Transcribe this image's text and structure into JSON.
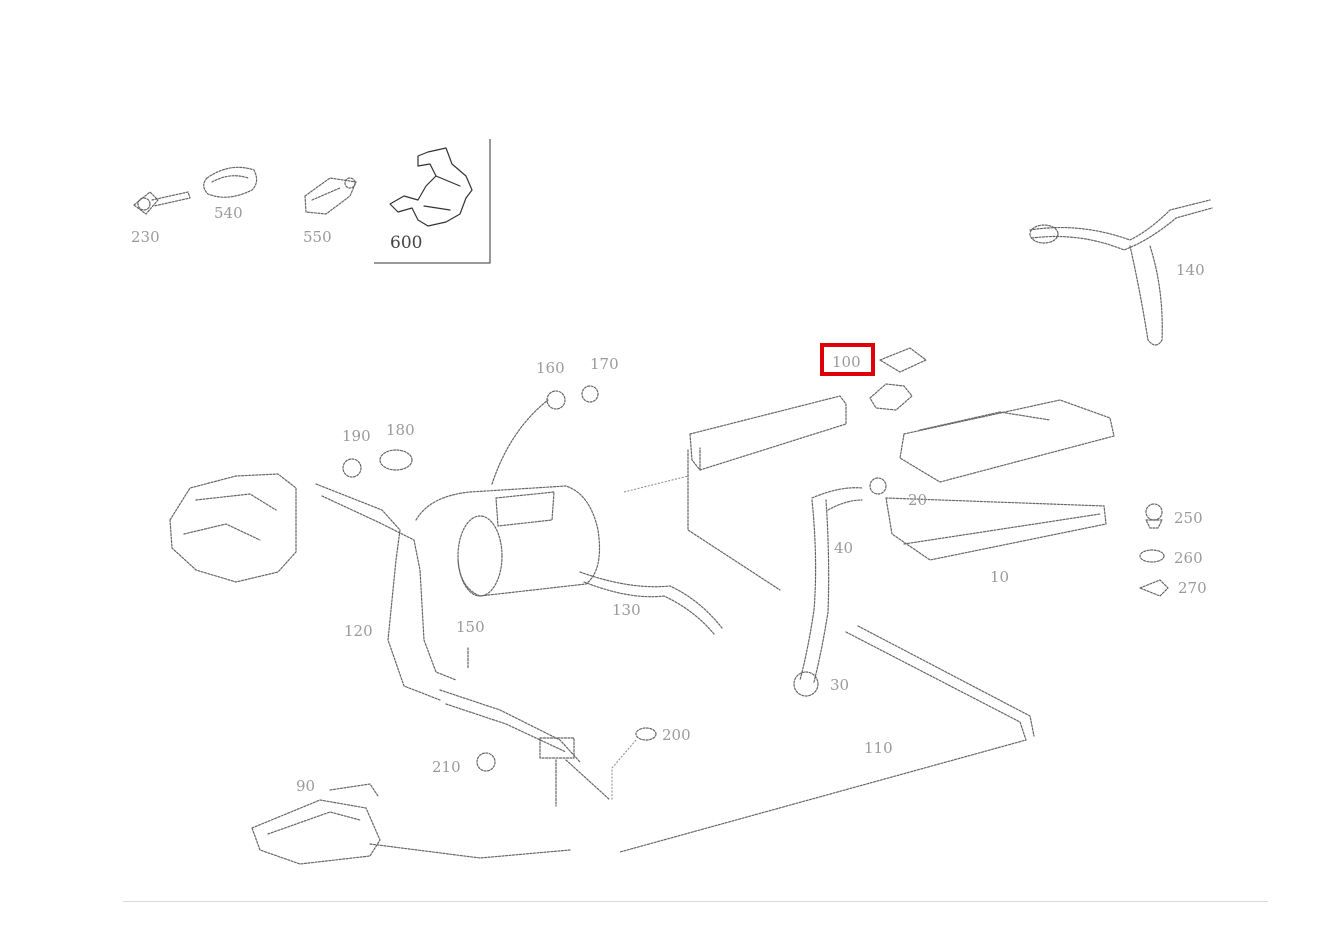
{
  "diagram": {
    "callouts": {
      "c230": "230",
      "c540": "540",
      "c550": "550",
      "c600": "600",
      "c140": "140",
      "c100": "100",
      "c160": "160",
      "c170": "170",
      "c190": "190",
      "c180": "180",
      "c120": "120",
      "c150": "150",
      "c130": "130",
      "c250": "250",
      "c260": "260",
      "c270": "270",
      "c10": "10",
      "c20": "20",
      "c40": "40",
      "c30": "30",
      "c110": "110",
      "c200": "200",
      "c210": "210",
      "c90": "90"
    },
    "highlight_color": "#e0000a"
  }
}
